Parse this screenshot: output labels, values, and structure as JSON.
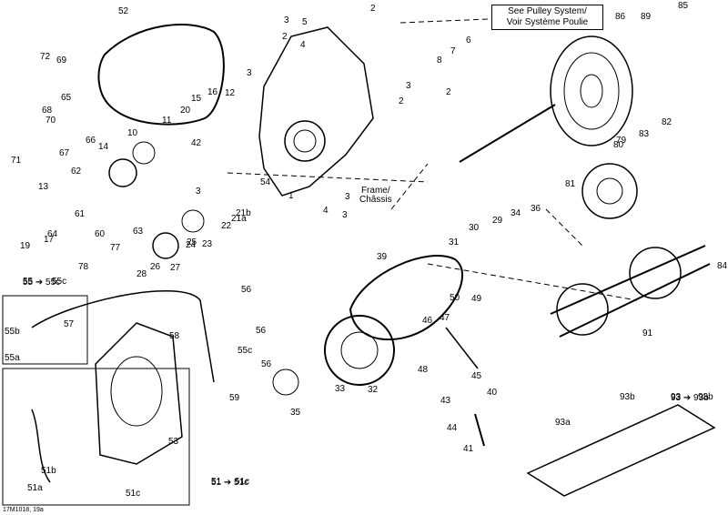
{
  "reference_box": {
    "line1": "See Pulley System/",
    "line2": "Voir Système Poulie"
  },
  "frame_label": {
    "line1": "Frame/",
    "line2": "Châssis"
  },
  "drawing_code": "17M1018, 19a",
  "callouts": [
    "52",
    "3",
    "2",
    "5",
    "6",
    "7",
    "8",
    "85",
    "86",
    "89",
    "2",
    "4",
    "72",
    "69",
    "3",
    "3",
    "2",
    "65",
    "16",
    "12",
    "2",
    "15",
    "20",
    "70",
    "11",
    "68",
    "66",
    "67",
    "71",
    "10",
    "14",
    "62",
    "42",
    "54",
    "13",
    "3",
    "1",
    "4",
    "3",
    "3",
    "19",
    "17",
    "61",
    "64",
    "60",
    "63",
    "24",
    "23",
    "22",
    "21a",
    "21b",
    "77",
    "78",
    "28",
    "26",
    "27",
    "25",
    "56",
    "31",
    "30",
    "29",
    "34",
    "36",
    "81",
    "82",
    "79",
    "80",
    "83",
    "39",
    "84",
    "91",
    "55b",
    "55a",
    "57",
    "58",
    "56",
    "55c",
    "56",
    "59",
    "50",
    "49",
    "46",
    "47",
    "48",
    "45",
    "43",
    "40",
    "44",
    "41",
    "33",
    "32",
    "35",
    "53",
    "51b",
    "51a",
    "51c",
    "51",
    "51c",
    "93b",
    "93",
    "93b",
    "93a",
    "55",
    "55c"
  ],
  "group_labels": {
    "g55": "55 ➔ 55c",
    "g51": "51 ➔ 51c",
    "g93": "93 ➔ 93b"
  },
  "colors": {
    "line": "#000000",
    "background": "#ffffff"
  }
}
